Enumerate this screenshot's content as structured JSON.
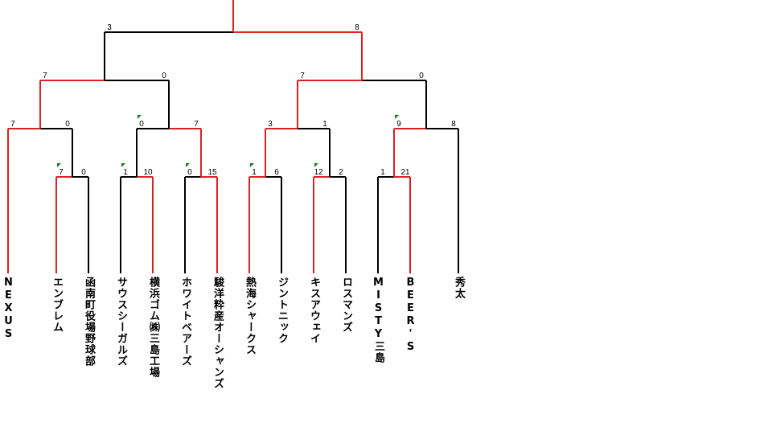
{
  "colors": {
    "win": "#dd2222",
    "lose": "#000000",
    "flag": "#1a7a1a"
  },
  "teams": [
    "NEXUS",
    "エンブレム",
    "函南町役場野球部",
    "サウスシーガルズ",
    "横浜ゴム㈱三島工場",
    "ホワイトベアーズ",
    "駿洋粋産オーシャンズ",
    "熱海シャークス",
    "ジントニック",
    "キスアウェイ",
    "ロスマンズ",
    "MISTY三島",
    "BEER'S",
    "秀太"
  ],
  "scores": {
    "final": [
      "3",
      "8"
    ],
    "semi_left": [
      "7",
      "0"
    ],
    "semi_right": [
      "7",
      "0"
    ],
    "qf1": [
      "7",
      "0"
    ],
    "qf2": [
      "0",
      "7"
    ],
    "qf3": [
      "3",
      "1"
    ],
    "qf4": [
      "9",
      "8"
    ],
    "r1_a": [
      "7",
      "0"
    ],
    "r1_b": [
      "1",
      "10"
    ],
    "r1_c": [
      "0",
      "15"
    ],
    "r1_d": [
      "1",
      "6"
    ],
    "r1_e": [
      "12",
      "2"
    ],
    "r1_f": [
      "1",
      "21"
    ]
  }
}
